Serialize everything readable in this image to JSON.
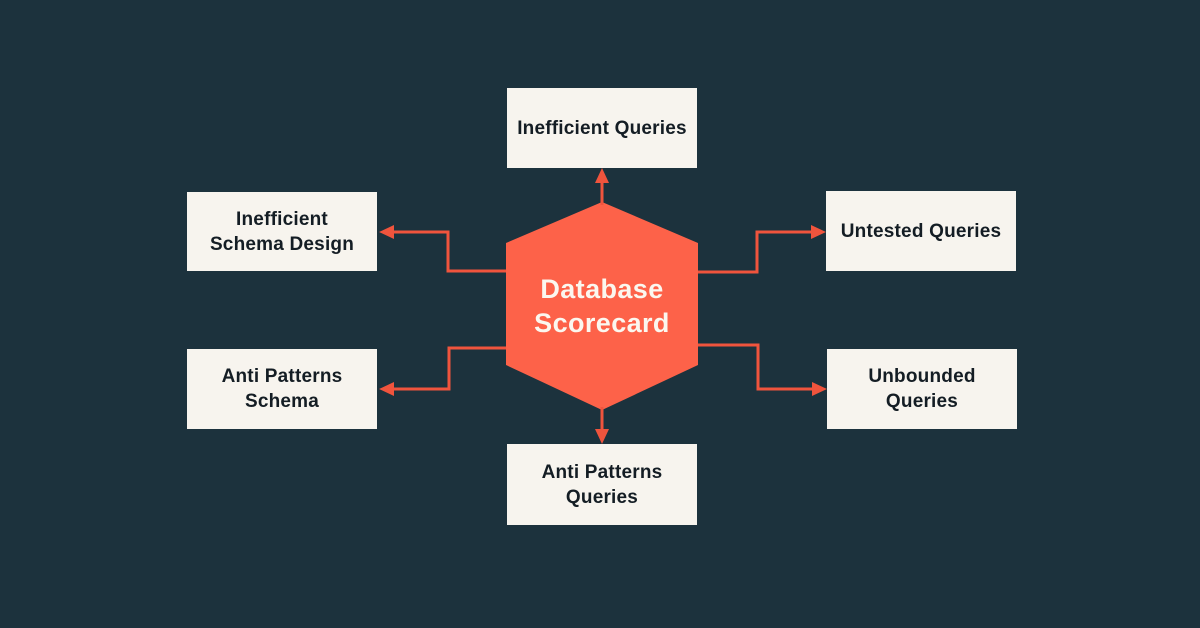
{
  "theme": {
    "bg": "#1c323d",
    "hex": "#fd6249",
    "arrow": "#f0543d",
    "box-bg": "#f7f4ee",
    "box-text": "#141d24",
    "center-text": "#fbf7ef"
  },
  "center": {
    "label": "Database\nScorecard",
    "shape": "hexagon"
  },
  "nodes": [
    {
      "id": "top",
      "label": "Inefficient Queries"
    },
    {
      "id": "left-top",
      "label": "Inefficient\nSchema Design"
    },
    {
      "id": "left-bottom",
      "label": "Anti Patterns\nSchema"
    },
    {
      "id": "right-top",
      "label": "Untested Queries"
    },
    {
      "id": "right-bottom",
      "label": "Unbounded\nQueries"
    },
    {
      "id": "bottom",
      "label": "Anti Patterns\nQueries"
    }
  ],
  "edges": [
    {
      "from": "center",
      "to": "top"
    },
    {
      "from": "center",
      "to": "left-top"
    },
    {
      "from": "center",
      "to": "left-bottom"
    },
    {
      "from": "center",
      "to": "right-top"
    },
    {
      "from": "center",
      "to": "right-bottom"
    },
    {
      "from": "center",
      "to": "bottom"
    }
  ]
}
